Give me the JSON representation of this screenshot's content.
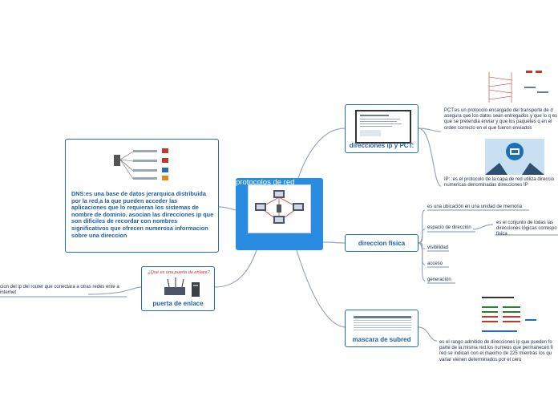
{
  "center": {
    "title": "protocolos de red",
    "icon": "network-computers-icon"
  },
  "direcciones": {
    "title": "direcciones ip y PCT:",
    "pct": "PCT:es un protocolo encargado del transporte de d asegura que los datos sean entregados y que lo q es lo que se pretendia enviar y que los paquetes q en el orden correcto en el que fueron enviados",
    "ip": "IP: :es el protocolo de la capa de red utiliza direccio numericas denominadas direcciones IP"
  },
  "fisica": {
    "title": "direccion fisica",
    "items": [
      "es una ubicación en una unidad de memoria",
      "espacio de dirección",
      "visibilidad",
      "acceso",
      "generación"
    ],
    "espacio_detail": "es el conjunto de todas las direcciones lógicas correspo fisica"
  },
  "mascara": {
    "title": "mascara de subred",
    "text": "es el rango admitido de direcciones ip que pueden fo parte de la misma red.los numeos que permanecen fi red se indican con el maximo de 225 mientras los qu variar vienen determinados por el cero"
  },
  "dns": {
    "text": "DNS:es una base de datos jerarquica distribuida por la red,a la que pueden acceder las aplicaciones que lo requieran los sistemas de nombre de dominio. asocian las direcciones ip que son dificiles de recordar con nombres significativos que ofrecen numerosa informacion sobre una direccion"
  },
  "enlace": {
    "title": "puerta de enlace",
    "image_caption": "¿Qué es una puerta de enlace?",
    "leaf": "cion del ip del router que conectara a otras redes ente a internet"
  },
  "colors": {
    "accent": "#2a8ce0",
    "border": "#1d6fb8",
    "line": "#9aa6b8"
  }
}
